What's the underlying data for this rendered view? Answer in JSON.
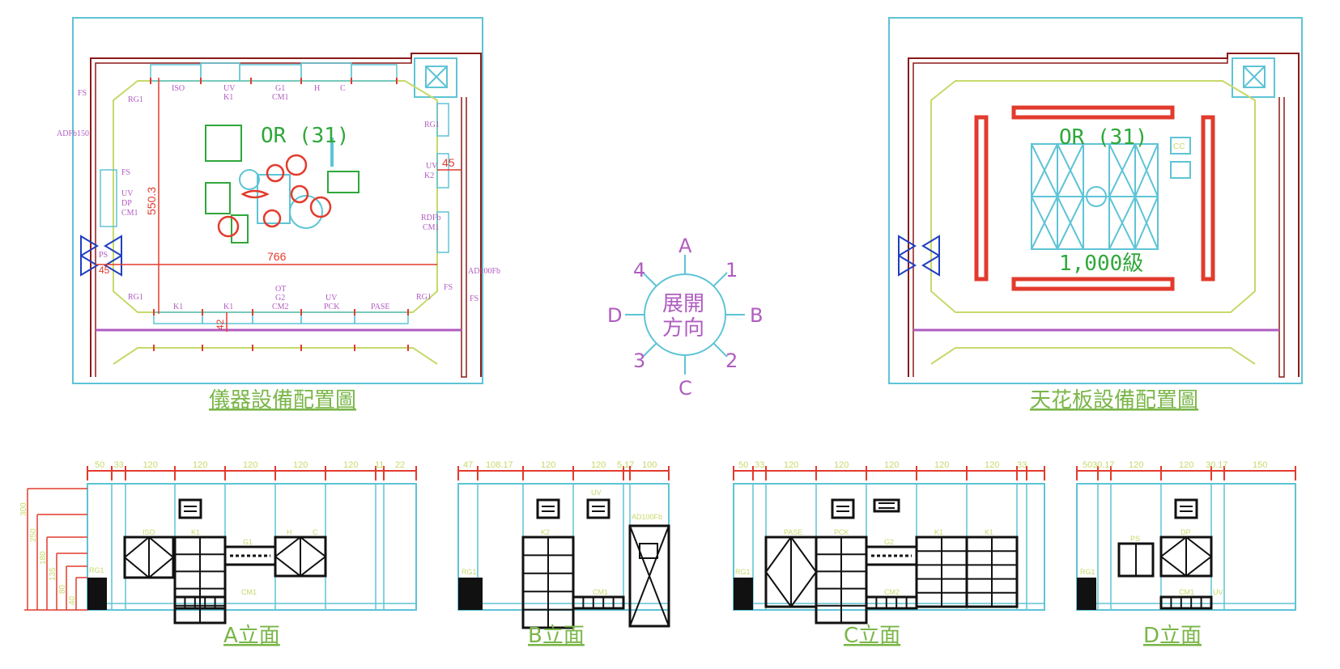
{
  "floor_plan": {
    "caption": "儀器設備配置圖",
    "room_label": "OR (31)",
    "dim_width": "766",
    "dim_height": "550.3",
    "dim_small": "45",
    "dim_bottom": "42",
    "dim_left": "45",
    "labels": {
      "fs1": "FS",
      "rg1a": "RG1",
      "iso": "ISO",
      "uv_k1": "UV",
      "k1_top": "K1",
      "g1": "G1",
      "cm1_top": "CM1",
      "h": "H",
      "c": "C",
      "adfb150": "ADFb150",
      "fs2": "FS",
      "uv_left": "UV",
      "dp": "DP",
      "cm1_left": "CM1",
      "ps": "PS",
      "rg1_right": "RG1",
      "uv_k2": "UV",
      "k2": "K2",
      "rdfb": "RDFb",
      "cm1_right": "CM1",
      "ad100fb": "AD100Fb",
      "fs3": "FS",
      "fs4": "FS",
      "rg1b": "RG1",
      "k1_b1": "K1",
      "k1_b2": "K1",
      "ot": "OT",
      "g2": "G2",
      "cm2": "CM2",
      "uv_b": "UV",
      "pck": "PCK",
      "pase": "PASE",
      "rg1c": "RG1"
    }
  },
  "ceiling_plan": {
    "caption": "天花板設備配置圖",
    "room_label": "OR (31)",
    "class_label": "1,000級",
    "cc": "CC"
  },
  "compass": {
    "center_line1": "展開",
    "center_line2": "方向",
    "n": "A",
    "e": "B",
    "s": "C",
    "w": "D",
    "ne": "1",
    "se": "2",
    "sw": "3",
    "nw": "4"
  },
  "elevations": [
    {
      "caption": "A立面",
      "dims": [
        "50",
        "33",
        "120",
        "120",
        "120",
        "120",
        "120",
        "11",
        "22"
      ],
      "heights": [
        "300",
        "250",
        "180",
        "135",
        "80",
        "40"
      ],
      "tags": [
        "RG1",
        "ISO",
        "K1",
        "G1",
        "H",
        "C",
        "CM1"
      ]
    },
    {
      "caption": "B立面",
      "dims": [
        "47",
        "108.17",
        "120",
        "120",
        "5.17",
        "100"
      ],
      "tags": [
        "RG1",
        "K2",
        "UV",
        "CM1",
        "AD100Fb"
      ]
    },
    {
      "caption": "C立面",
      "dims": [
        "50",
        "33",
        "120",
        "120",
        "120",
        "120",
        "120",
        "33"
      ],
      "tags": [
        "RG1",
        "PASE",
        "PCK",
        "G2",
        "K1",
        "K1",
        "CM2"
      ]
    },
    {
      "caption": "D立面",
      "dims": [
        "50",
        "30.17",
        "120",
        "120",
        "30.17",
        "150"
      ],
      "tags": [
        "RG1",
        "PS",
        "DP",
        "CM1",
        "UV"
      ]
    }
  ]
}
